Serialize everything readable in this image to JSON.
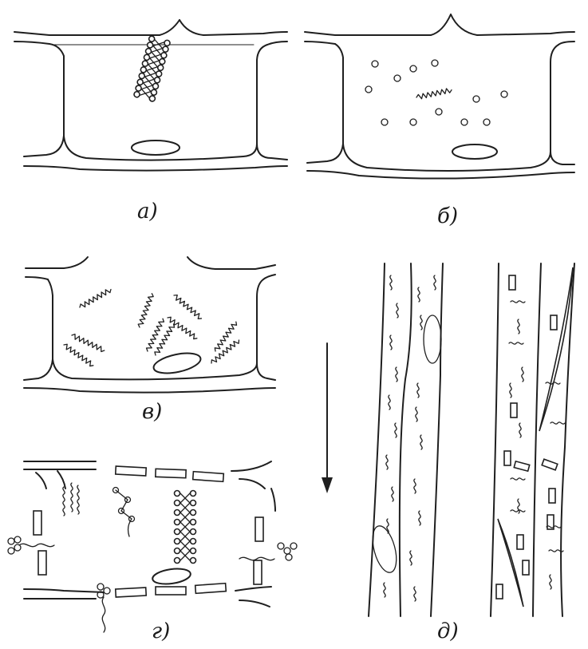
{
  "panels": {
    "a": {
      "label": "а)"
    },
    "b": {
      "label": "б)"
    },
    "v": {
      "label": "в)"
    },
    "g": {
      "label": "г)"
    },
    "d": {
      "label": "д)"
    }
  },
  "ink_color": "#1f1f1f",
  "background_color": "#ffffff"
}
